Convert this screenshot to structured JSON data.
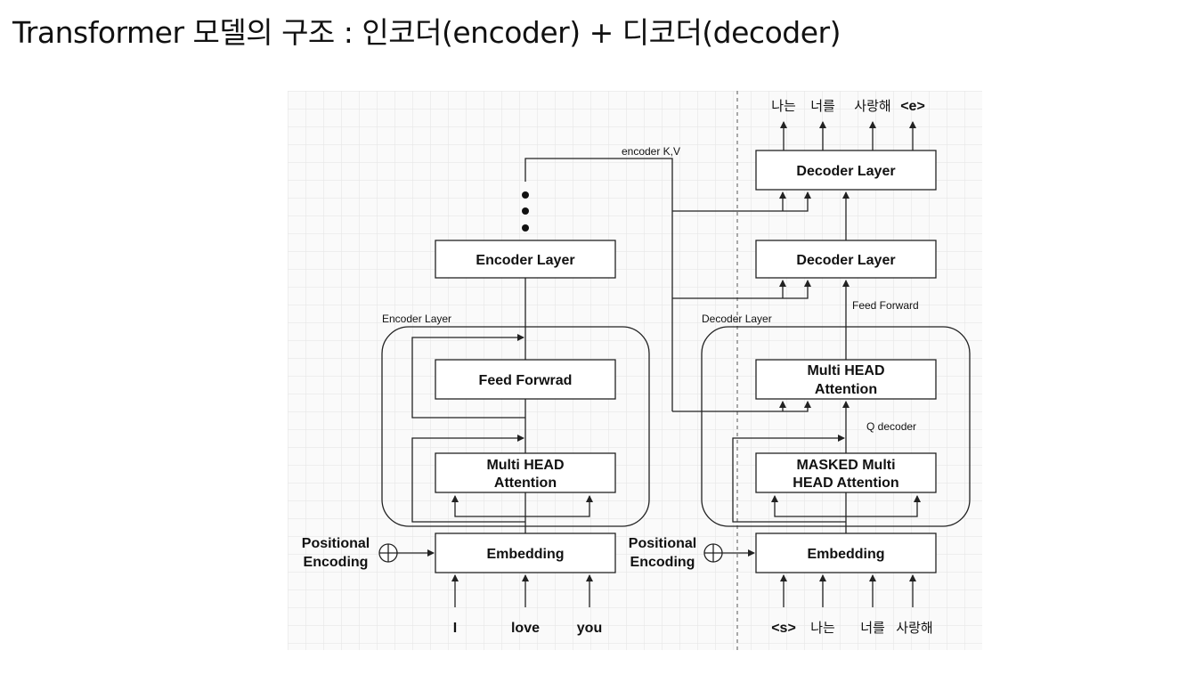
{
  "page": {
    "title": "Transformer 모델의 구조 : 인코더(encoder) + 디코더(decoder)"
  },
  "encoder": {
    "group_label": "Encoder Layer",
    "layer_box": "Encoder Layer",
    "feed_forward": "Feed Forwrad",
    "attention_line1": "Multi HEAD",
    "attention_line2": "Attention",
    "embedding": "Embedding",
    "positional_line1": "Positional",
    "positional_line2": "Encoding",
    "inputs": [
      "I",
      "love",
      "you"
    ],
    "kv_label": "encoder K,V"
  },
  "decoder": {
    "group_label": "Decoder Layer",
    "layer_top": "Decoder Layer",
    "layer_mid": "Decoder Layer",
    "feed_forward_label": "Feed Forward",
    "attention_line1": "Multi HEAD",
    "attention_line2": "Attention",
    "q_label": "Q decoder",
    "masked_line1": "MASKED Multi",
    "masked_line2": "HEAD Attention",
    "embedding": "Embedding",
    "positional_line1": "Positional",
    "positional_line2": "Encoding",
    "inputs": [
      "<s>",
      "나는",
      "너를",
      "사랑해"
    ],
    "outputs": [
      "나는",
      "너를",
      "사랑해",
      "<e>"
    ]
  }
}
